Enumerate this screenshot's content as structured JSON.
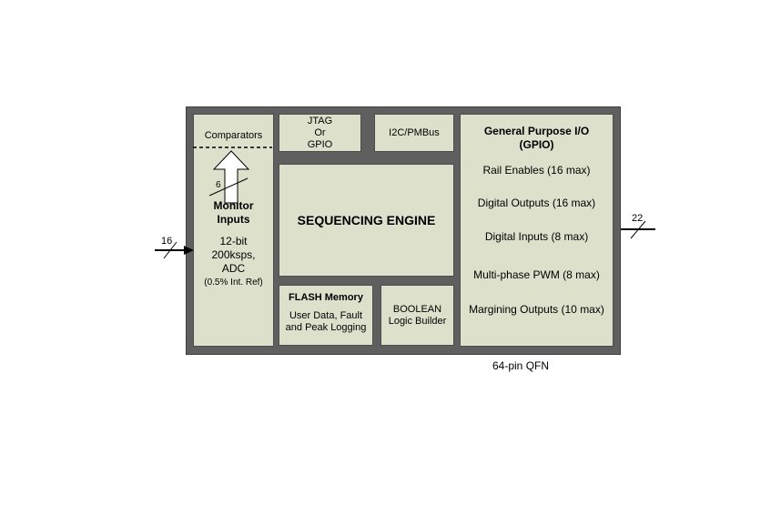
{
  "blocks": {
    "monitor": {
      "comparators": "Comparators",
      "bus_width": "6",
      "title": "Monitor\nInputs",
      "adc": "12-bit\n200ksps,\nADC",
      "ref": "(0.5% Int. Ref)"
    },
    "jtag": "JTAG\nOr\nGPIO",
    "i2c": "I2C/PMBus",
    "sequencing": "SEQUENCING ENGINE",
    "flash": {
      "title": "FLASH Memory",
      "desc": "User Data, Fault\nand Peak Logging"
    },
    "boolean": "BOOLEAN\nLogic Builder",
    "gpio": {
      "title": "General Purpose I/O\n(GPIO)",
      "items": [
        "Rail Enables (16 max)",
        "Digital Outputs (16 max)",
        "Digital Inputs (8 max)",
        "Multi-phase PWM (8 max)",
        "Margining Outputs (10 max)"
      ]
    }
  },
  "signals": {
    "input_count": "16",
    "output_count": "22"
  },
  "package": "64-pin QFN",
  "colors": {
    "chip": "#5f5f5f",
    "block": "#dde0cb"
  }
}
